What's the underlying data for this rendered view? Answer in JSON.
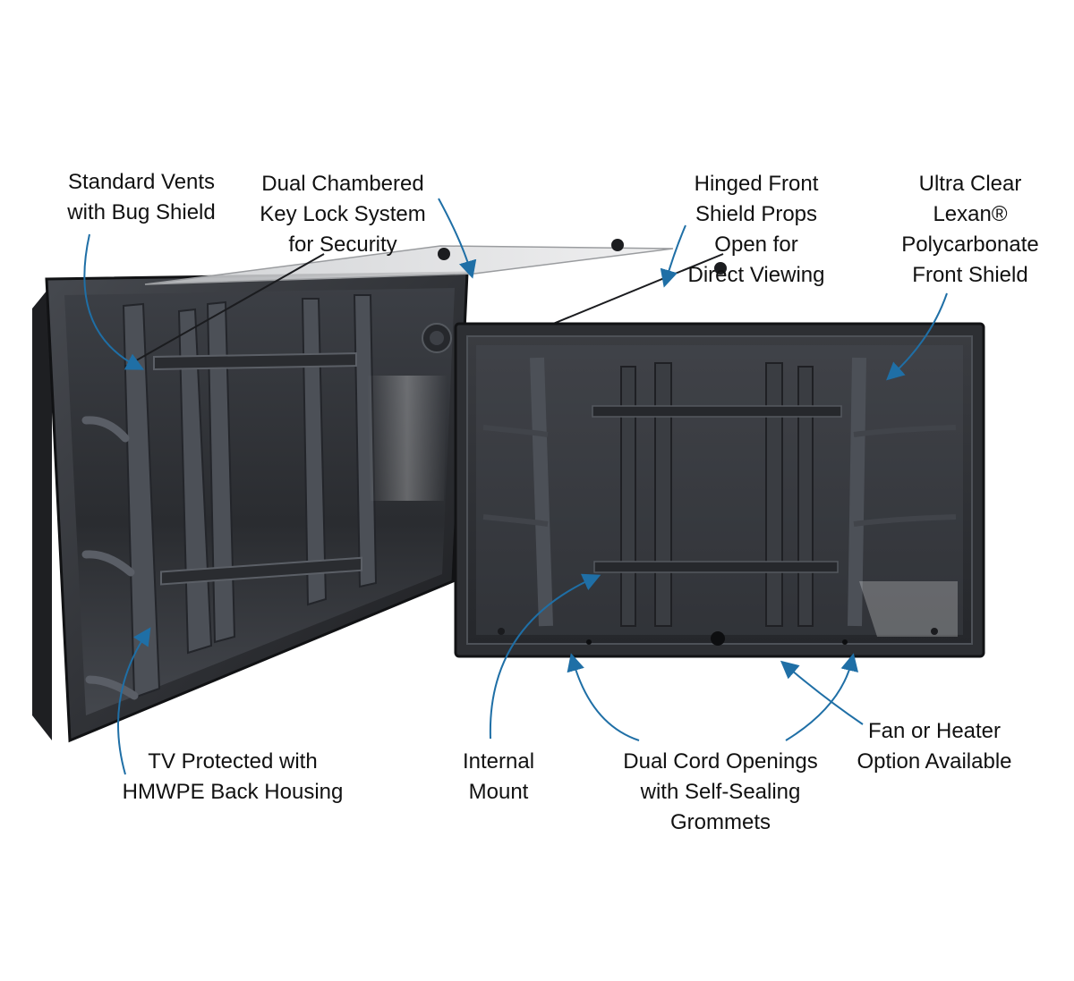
{
  "callouts": {
    "standard_vents": {
      "lines": [
        "Standard Vents",
        "with Bug Shield"
      ]
    },
    "key_lock": {
      "lines": [
        "Dual Chambered",
        "Key Lock System",
        "for Security"
      ]
    },
    "hinged_front": {
      "lines": [
        "Hinged Front",
        "Shield Props",
        "Open for",
        "Direct Viewing"
      ]
    },
    "lexan_shield": {
      "lines": [
        "Ultra Clear",
        "Lexan®",
        "Polycarbonate",
        "Front Shield"
      ]
    },
    "back_housing": {
      "lines": [
        "TV Protected with",
        "HMWPE Back Housing"
      ]
    },
    "internal_mount": {
      "lines": [
        "Internal",
        "Mount"
      ]
    },
    "cord_openings": {
      "lines": [
        "Dual Cord Openings",
        "with Self-Sealing",
        "Grommets"
      ]
    },
    "fan_heater": {
      "lines": [
        "Fan or Heater",
        "Option Available"
      ]
    }
  },
  "colors": {
    "arrow": "#1f6fa6",
    "housing": "#2b2d31",
    "housing_inner": "#3a3d43",
    "rib": "#4a4e55",
    "shield_glass": "#d9dadc",
    "text": "#111111"
  },
  "icons": {
    "arrow": "curved-callout-arrow"
  }
}
